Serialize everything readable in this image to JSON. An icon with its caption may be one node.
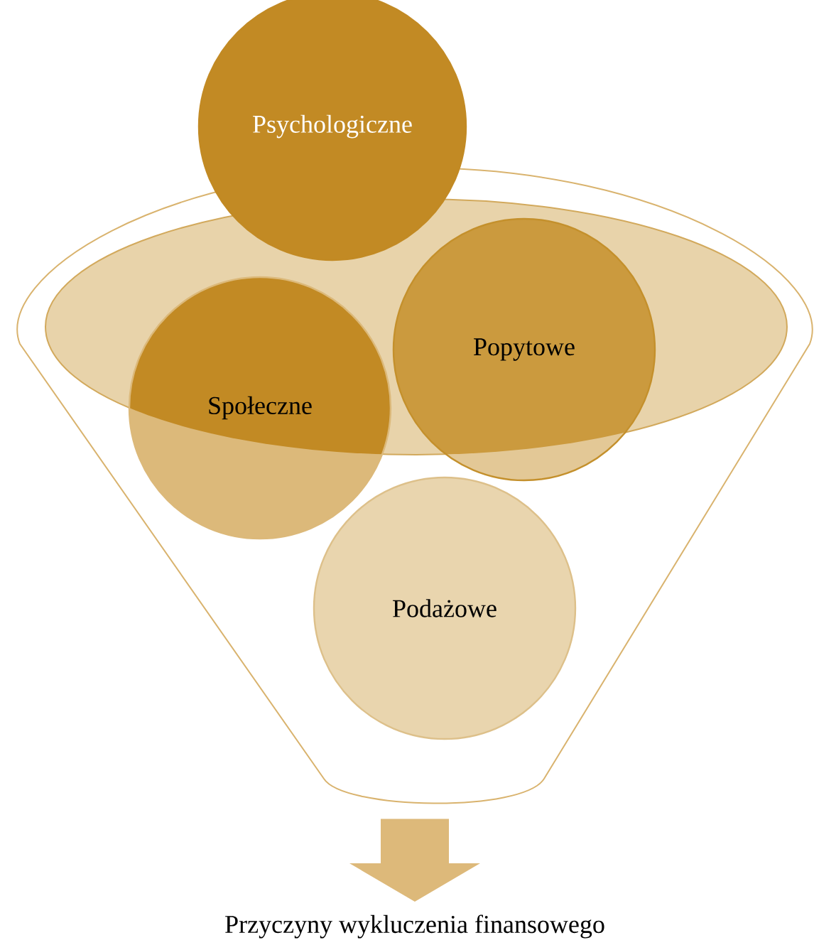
{
  "diagram": {
    "nodes": [
      {
        "text": [],
        "shape": "funnel"
      },
      {
        "text": [],
        "shape": "ellipse",
        "in": 0
      },
      {
        "text": [
          "Psychologiczne"
        ]
      },
      {
        "text": [
          "Społeczne"
        ],
        "in": 0
      },
      {
        "text": [
          "Popytowe"
        ],
        "in": 0
      },
      {
        "text": [
          "Podażowe"
        ],
        "in": 0
      },
      {
        "text": [
          "Przyczyny wykluczenia finansowego"
        ]
      }
    ],
    "edges": [
      {
        "from": 0,
        "to": 6,
        "arrow": "to",
        "style": "thick"
      }
    ]
  }
}
